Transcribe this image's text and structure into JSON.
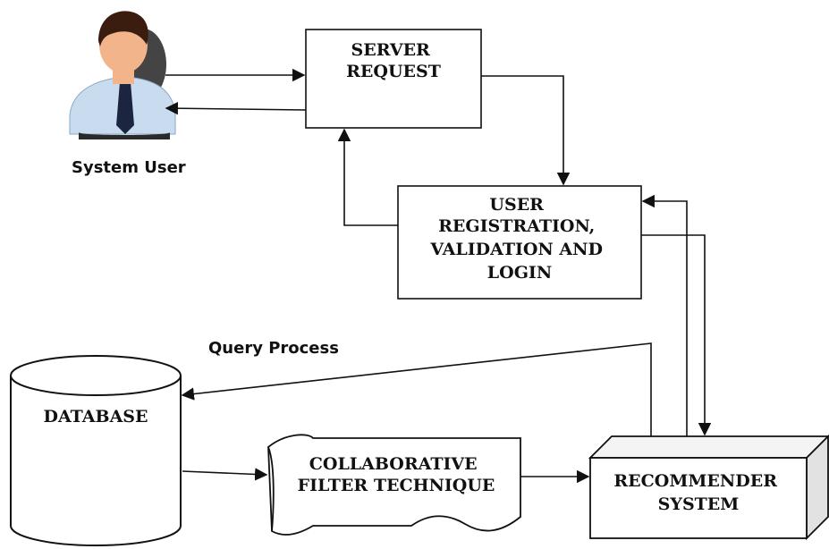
{
  "actor": {
    "label": "System User",
    "icon": "user-icon"
  },
  "nodes": {
    "server_request": {
      "lines": [
        "SERVER",
        "REQUEST"
      ]
    },
    "user_registration": {
      "lines": [
        "USER",
        "REGISTRATION,",
        "VALIDATION AND",
        "LOGIN"
      ]
    },
    "database": {
      "lines": [
        "DATABASE"
      ]
    },
    "collaborative_filter": {
      "lines": [
        "COLLABORATIVE",
        "FILTER TECHNIQUE"
      ]
    },
    "recommender_system": {
      "lines": [
        "RECOMMENDER",
        "SYSTEM"
      ]
    }
  },
  "edge_labels": {
    "query_process": "Query Process"
  },
  "colors": {
    "line": "#111111",
    "skin": "#f2b48a",
    "hair": "#3b1d0f",
    "shirt": "#c9dcef",
    "tie": "#1b2540"
  }
}
